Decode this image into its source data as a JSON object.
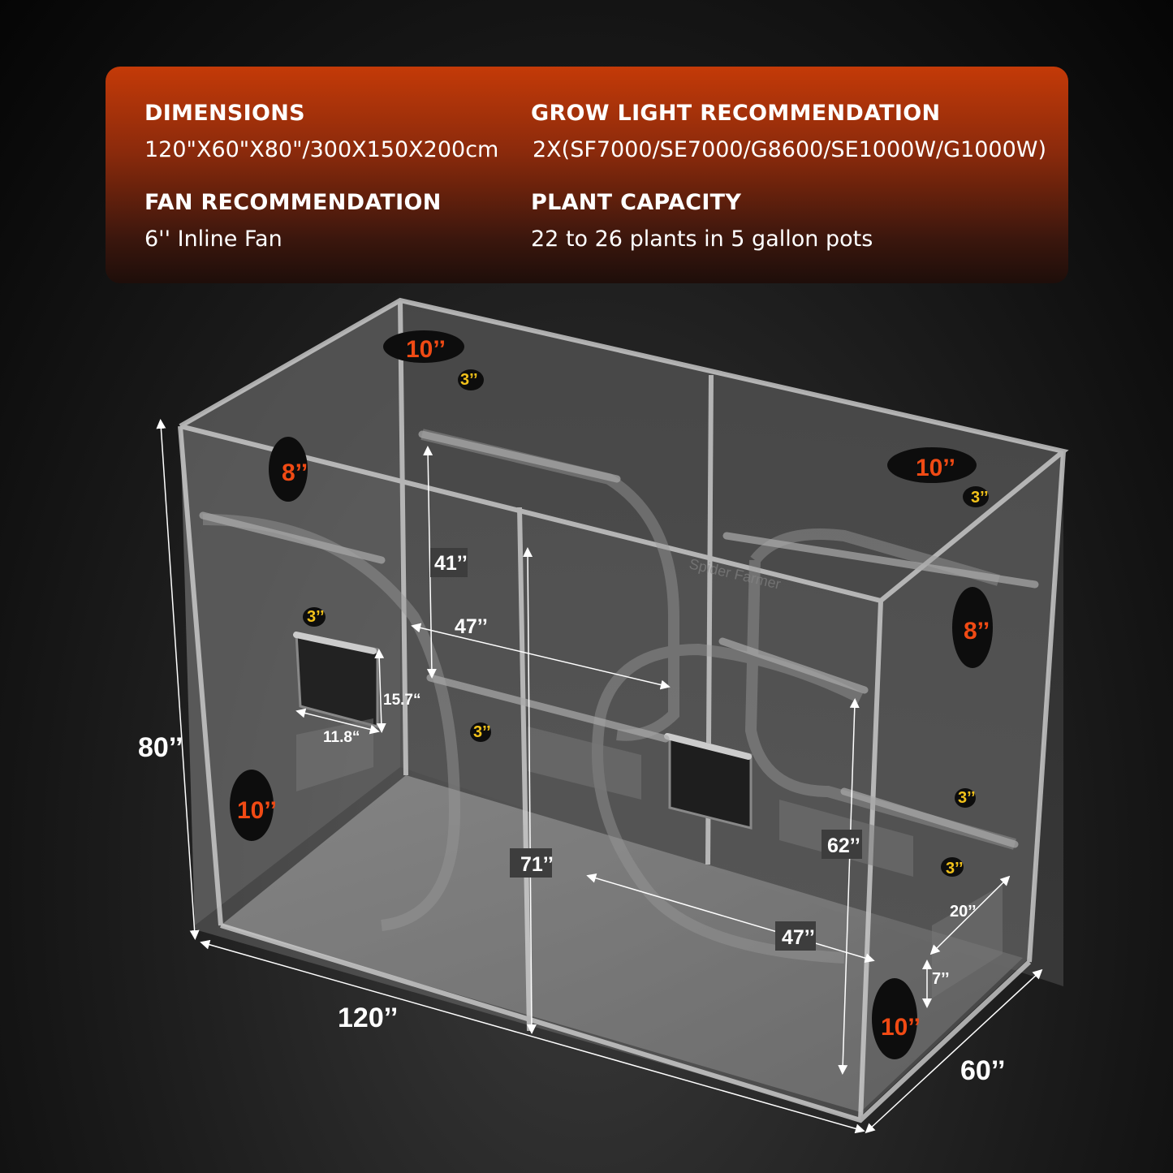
{
  "specs": {
    "dimensions": {
      "heading": "DIMENSIONS",
      "value": "120\"X60\"X80\"/300X150X200cm"
    },
    "grow_light": {
      "heading": "GROW LIGHT RECOMMENDATION",
      "value": "2X(SF7000/SE7000/G8600/SE1000W/G1000W)"
    },
    "fan": {
      "heading": "FAN RECOMMENDATION",
      "value": "6'' Inline Fan"
    },
    "plants": {
      "heading": "PLANT CAPACITY",
      "value": "22 to 26 plants in 5 gallon pots"
    }
  },
  "tent": {
    "dimensions": {
      "width": "120’’",
      "depth": "60’’",
      "height": "80’’",
      "door_height_front": "71’’",
      "door_height_back": "62’’",
      "door_width_front": "47’’",
      "door_width_back": "47’’",
      "side_door_height": "41’’",
      "window_height": "15.7“",
      "window_width": "11.8“",
      "vent_width": "20’’",
      "vent_height": "7’’"
    },
    "ports": {
      "large": [
        "10’’",
        "10’’",
        "10’’",
        "10’’",
        "8’’",
        "8’’"
      ],
      "small": [
        "3’’",
        "3’’",
        "3’’",
        "3’’",
        "3’’",
        "3’’"
      ]
    },
    "brand_text": "Spider Farmer"
  },
  "colors": {
    "panel_top": "#c43a08",
    "large_port_label": "#f04a14",
    "small_port_label": "#f2c21a"
  }
}
